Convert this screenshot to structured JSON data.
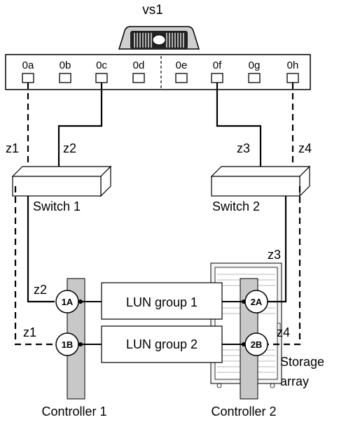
{
  "controller_name": "vs1",
  "ports": [
    "0a",
    "0b",
    "0c",
    "0d",
    "0e",
    "0f",
    "0g",
    "0h"
  ],
  "zones": {
    "z1_top": "z1",
    "z2_top": "z2",
    "z3_top": "z3",
    "z4_top": "z4",
    "z2_bottom": "z2",
    "z1_bottom": "z1",
    "z3_bottom": "z3",
    "z4_bottom": "z4"
  },
  "switches": {
    "switch1": "Switch 1",
    "switch2": "Switch 2"
  },
  "target_ports": {
    "p1a": "1A",
    "p1b": "1B",
    "p2a": "2A",
    "p2b": "2B"
  },
  "lun_groups": {
    "group1": "LUN group 1",
    "group2": "LUN group 2"
  },
  "storage": {
    "label_line1": "Storage",
    "label_line2": "array"
  },
  "controllers": {
    "c1": "Controller 1",
    "c2": "Controller 2"
  },
  "colors": {
    "line": "#000000",
    "controller_bar": "#c8c8c8",
    "rack": "#f4f4f4"
  }
}
